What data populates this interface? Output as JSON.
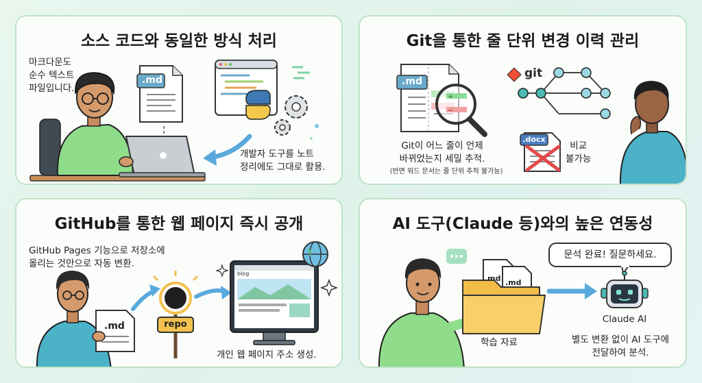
{
  "panel1": {
    "title": "소스 코드와 동일한 방식 처리",
    "note_line1": "마크다운도",
    "note_line2": "순수 텍스트",
    "note_line3": "파일입니다.",
    "file_label": ".md",
    "caption_line1": "개발자 도구를 노트",
    "caption_line2": "정리에도 그대로 활용."
  },
  "panel2": {
    "title": "Git을 통한 줄 단위 변경 이력 관리",
    "file_label": ".md",
    "git_label": "git",
    "caption_line1": "Git이 어느 줄이 언제",
    "caption_line2": "바뀌었는지 세밀 추적.",
    "caption_small": "(반면 워드 문서는 줄 단위 추적 불가능)",
    "docx_label": ".docx",
    "compare_line1": "비교",
    "compare_line2": "불가능"
  },
  "panel3": {
    "title": "GitHub를 통한 웹 페이지 즉시 공개",
    "note_line1": "GitHub Pages 기능으로 저장소에",
    "note_line2": "올리는 것만으로 자동 변환.",
    "file_label": ".md",
    "repo_label": "repo",
    "blog_label": "blog",
    "caption": "개인 웹 페이지 주소 생성."
  },
  "panel4": {
    "title": "AI 도구(Claude 등)와의 높은 연동성",
    "bubble": "문석 완료! 질문하세요.",
    "file_label_1": ".md",
    "file_label_2": ".md",
    "folder_label": "학습 자료",
    "ai_label": "Claude AI",
    "caption_line1": "별도 변환 없이 AI 도구에",
    "caption_line2": "전달하여 분석."
  },
  "colors": {
    "panel_border": "#bfe3c8",
    "shirt_green": "#8fdc8a",
    "arrow_blue": "#5aa9dc",
    "folder_yellow": "#f5c95a",
    "ai_teal": "#4bb9b4"
  }
}
